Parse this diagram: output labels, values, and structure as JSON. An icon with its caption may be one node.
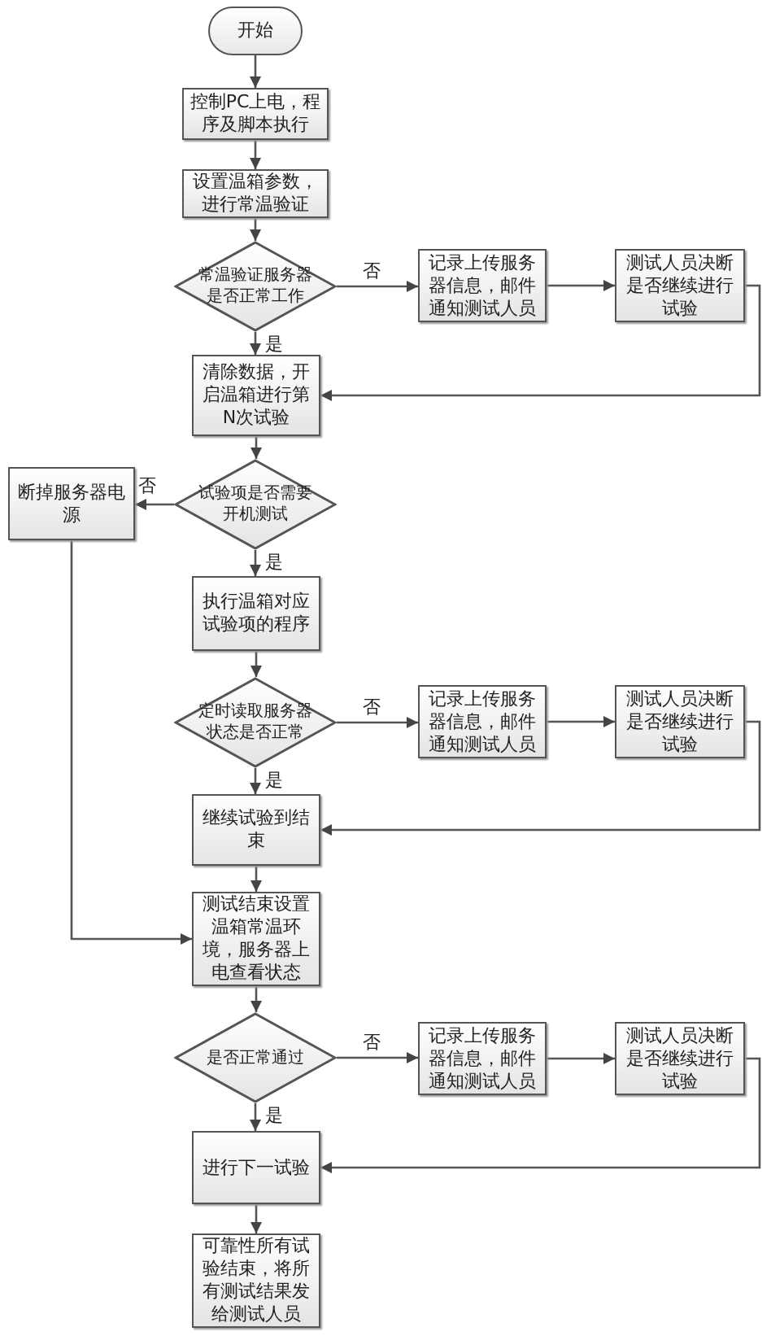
{
  "diagram": {
    "nodes": [
      {
        "text": [
          "开始"
        ]
      },
      {
        "text": [
          "控制PC上电，程序及脚本执行"
        ]
      },
      {
        "text": [
          "设置温箱参数，进行常温验证"
        ]
      },
      {
        "text": [
          "常温验证服务器是否正常工作"
        ]
      },
      {
        "text": [
          "记录上传服务器信息，邮件通知测试人员"
        ]
      },
      {
        "text": [
          "测试人员决断是否继续进行试验"
        ]
      },
      {
        "text": [
          "清除数据，开启温箱进行第N次试验"
        ]
      },
      {
        "text": [
          "试验项是否需要开机测试"
        ]
      },
      {
        "text": [
          "断掉服务器电源"
        ]
      },
      {
        "text": [
          "执行温箱对应试验项的程序"
        ]
      },
      {
        "text": [
          "定时读取服务器状态是否正常"
        ]
      },
      {
        "text": [
          "记录上传服务器信息，邮件通知测试人员"
        ]
      },
      {
        "text": [
          "测试人员决断是否继续进行试验"
        ]
      },
      {
        "text": [
          "继续试验到结束"
        ]
      },
      {
        "text": [
          "测试结束设置温箱常温环境，服务器上电查看状态"
        ]
      },
      {
        "text": [
          "是否正常通过"
        ]
      },
      {
        "text": [
          "记录上传服务器信息，邮件通知测试人员"
        ]
      },
      {
        "text": [
          "测试人员决断是否继续进行试验"
        ]
      },
      {
        "text": [
          "进行下一试验"
        ]
      },
      {
        "text": [
          "可靠性所有试验结束，将所有测试结果发给测试人员"
        ]
      }
    ],
    "edges": [
      {
        "from": 0,
        "to": 1,
        "arrow": "to"
      },
      {
        "from": 1,
        "to": 2,
        "arrow": "to"
      },
      {
        "from": 2,
        "to": 3,
        "arrow": "to"
      },
      {
        "from": 3,
        "to": 4,
        "arrow": "to",
        "label": "否"
      },
      {
        "from": 4,
        "to": 5,
        "arrow": "to"
      },
      {
        "from": 5,
        "to": 6,
        "arrow": "to"
      },
      {
        "from": 3,
        "to": 6,
        "arrow": "to",
        "label": "是"
      },
      {
        "from": 6,
        "to": 7,
        "arrow": "to"
      },
      {
        "from": 7,
        "to": 8,
        "arrow": "to",
        "label": "否"
      },
      {
        "from": 7,
        "to": 9,
        "arrow": "to",
        "label": "是"
      },
      {
        "from": 9,
        "to": 10,
        "arrow": "to"
      },
      {
        "from": 10,
        "to": 11,
        "arrow": "to",
        "label": "否"
      },
      {
        "from": 11,
        "to": 12,
        "arrow": "to"
      },
      {
        "from": 12,
        "to": 13,
        "arrow": "to"
      },
      {
        "from": 10,
        "to": 13,
        "arrow": "to",
        "label": "是"
      },
      {
        "from": 13,
        "to": 14,
        "arrow": "to"
      },
      {
        "from": 8,
        "to": 14,
        "arrow": "to"
      },
      {
        "from": 14,
        "to": 15,
        "arrow": "to"
      },
      {
        "from": 15,
        "to": 16,
        "arrow": "to",
        "label": "否"
      },
      {
        "from": 16,
        "to": 17,
        "arrow": "to"
      },
      {
        "from": 17,
        "to": 18,
        "arrow": "to"
      },
      {
        "from": 15,
        "to": 18,
        "arrow": "to",
        "label": "是"
      },
      {
        "from": 18,
        "to": 19,
        "arrow": "to"
      }
    ]
  }
}
